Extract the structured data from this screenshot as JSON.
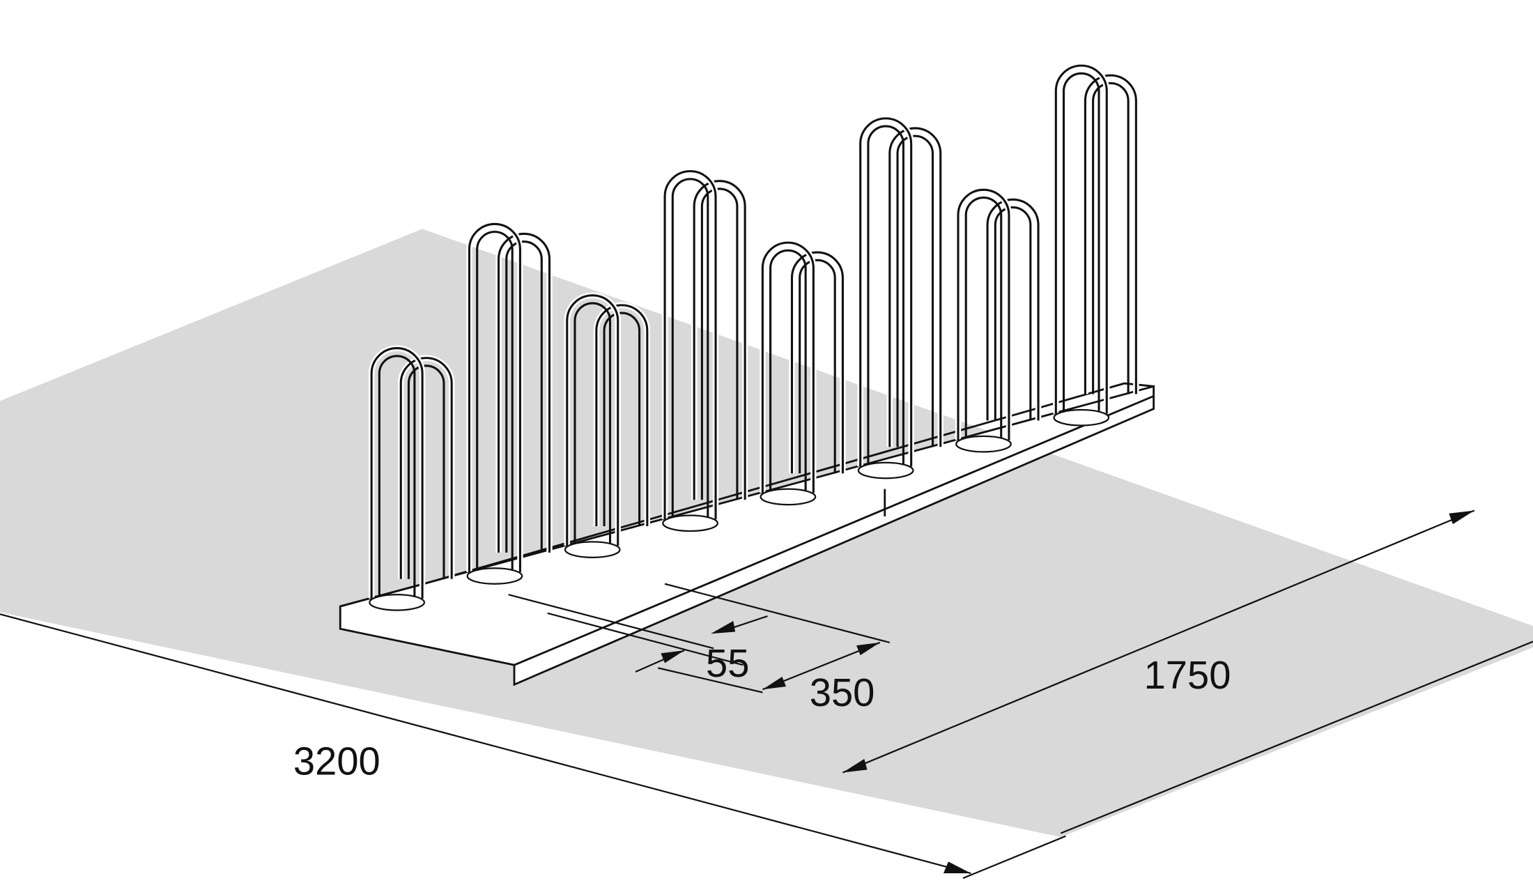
{
  "drawing": {
    "subject": "bicycle-rack",
    "floor_color": "#d9d9d9",
    "line_color": "#111111",
    "dimensions": {
      "length": "3200",
      "depth": "1750",
      "spacing": "350",
      "tube_offset": "55"
    }
  }
}
